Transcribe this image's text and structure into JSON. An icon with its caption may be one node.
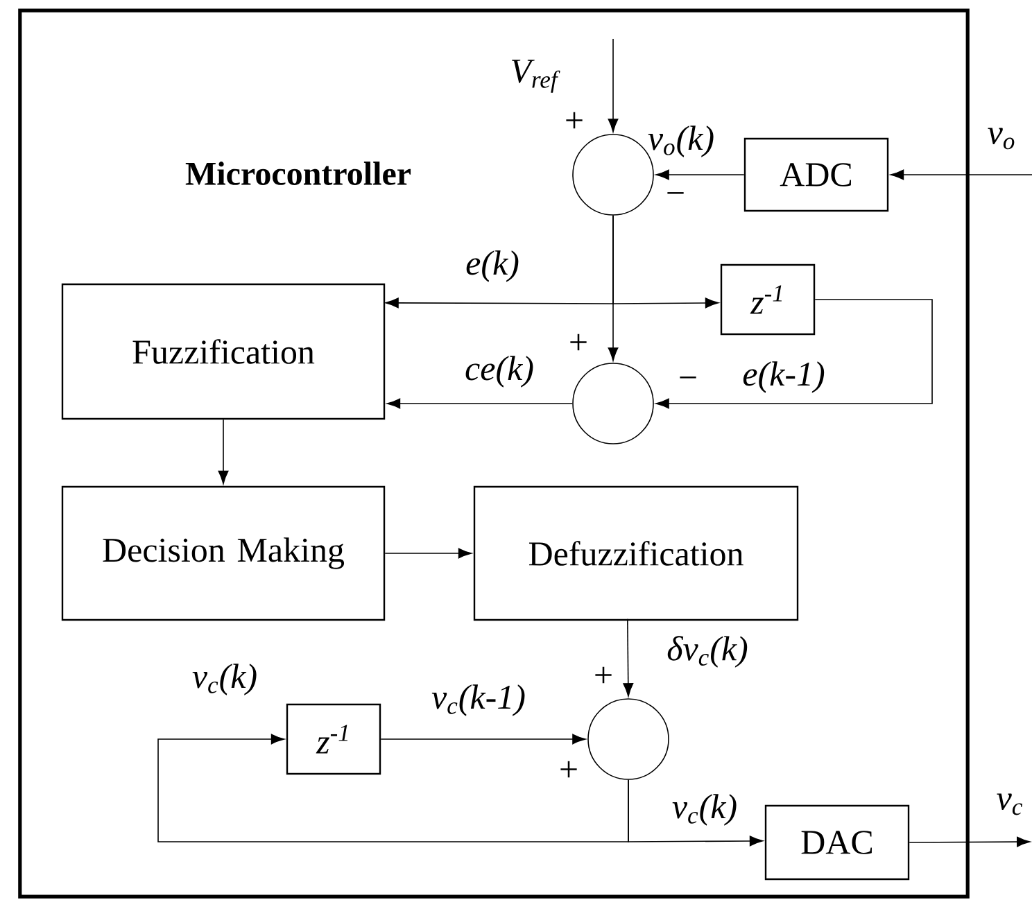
{
  "diagram": {
    "nodes": [
      {
        "text": [
          "Microcontroller"
        ]
      },
      {
        "text": [],
        "shape": "circle",
        "in": 0
      },
      {
        "text": [
          "ADC"
        ],
        "in": 0
      },
      {
        "text": [
          "Fuzzification"
        ],
        "in": 0
      },
      {
        "text": [
          "z$^{-1}$"
        ],
        "in": 0
      },
      {
        "text": [],
        "shape": "circle",
        "in": 0
      },
      {
        "text": [
          "Decision Making"
        ],
        "in": 0
      },
      {
        "text": [
          "Defuzzification"
        ],
        "in": 0
      },
      {
        "text": [
          "z$^{-1}$"
        ],
        "in": 0
      },
      {
        "text": [],
        "shape": "circle",
        "in": 0
      },
      {
        "text": [
          "DAC"
        ],
        "in": 0
      }
    ],
    "edges": [
      {
        "from": null,
        "to": 1,
        "arrow": "to",
        "label": "V$_{ref}$"
      },
      {
        "from": null,
        "to": 2,
        "arrow": "to",
        "label": "v$_{o}$"
      },
      {
        "from": 2,
        "to": 1,
        "arrow": "to",
        "label": "v$_{o}$(k)"
      },
      {
        "from": 1,
        "to": 3,
        "arrow": "to",
        "label": "e(k)"
      },
      {
        "from": 1,
        "to": 4,
        "arrow": "to"
      },
      {
        "from": 1,
        "to": 5,
        "arrow": "to"
      },
      {
        "from": 5,
        "to": 3,
        "arrow": "to",
        "label": "ce(k)"
      },
      {
        "from": 4,
        "to": 5,
        "arrow": "to",
        "label": "e(k-1)"
      },
      {
        "from": 3,
        "to": 6,
        "arrow": "to"
      },
      {
        "from": 6,
        "to": 7,
        "arrow": "to"
      },
      {
        "from": 7,
        "to": 9,
        "arrow": "to",
        "label": "δv$_{c}$(k)"
      },
      {
        "from": 9,
        "to": 10,
        "arrow": "to",
        "label": "v$_{c}$(k)"
      },
      {
        "from": 9,
        "to": 8,
        "arrow": "to",
        "label": "v$_{c}$(k)"
      },
      {
        "from": 8,
        "to": 9,
        "arrow": "to",
        "label": "v$_{c}$(k-1)"
      },
      {
        "from": 10,
        "to": null,
        "arrow": "to",
        "label": "v$_{c}$"
      }
    ],
    "labels": [
      "+",
      "−",
      "+",
      "−",
      "+",
      "+"
    ]
  }
}
